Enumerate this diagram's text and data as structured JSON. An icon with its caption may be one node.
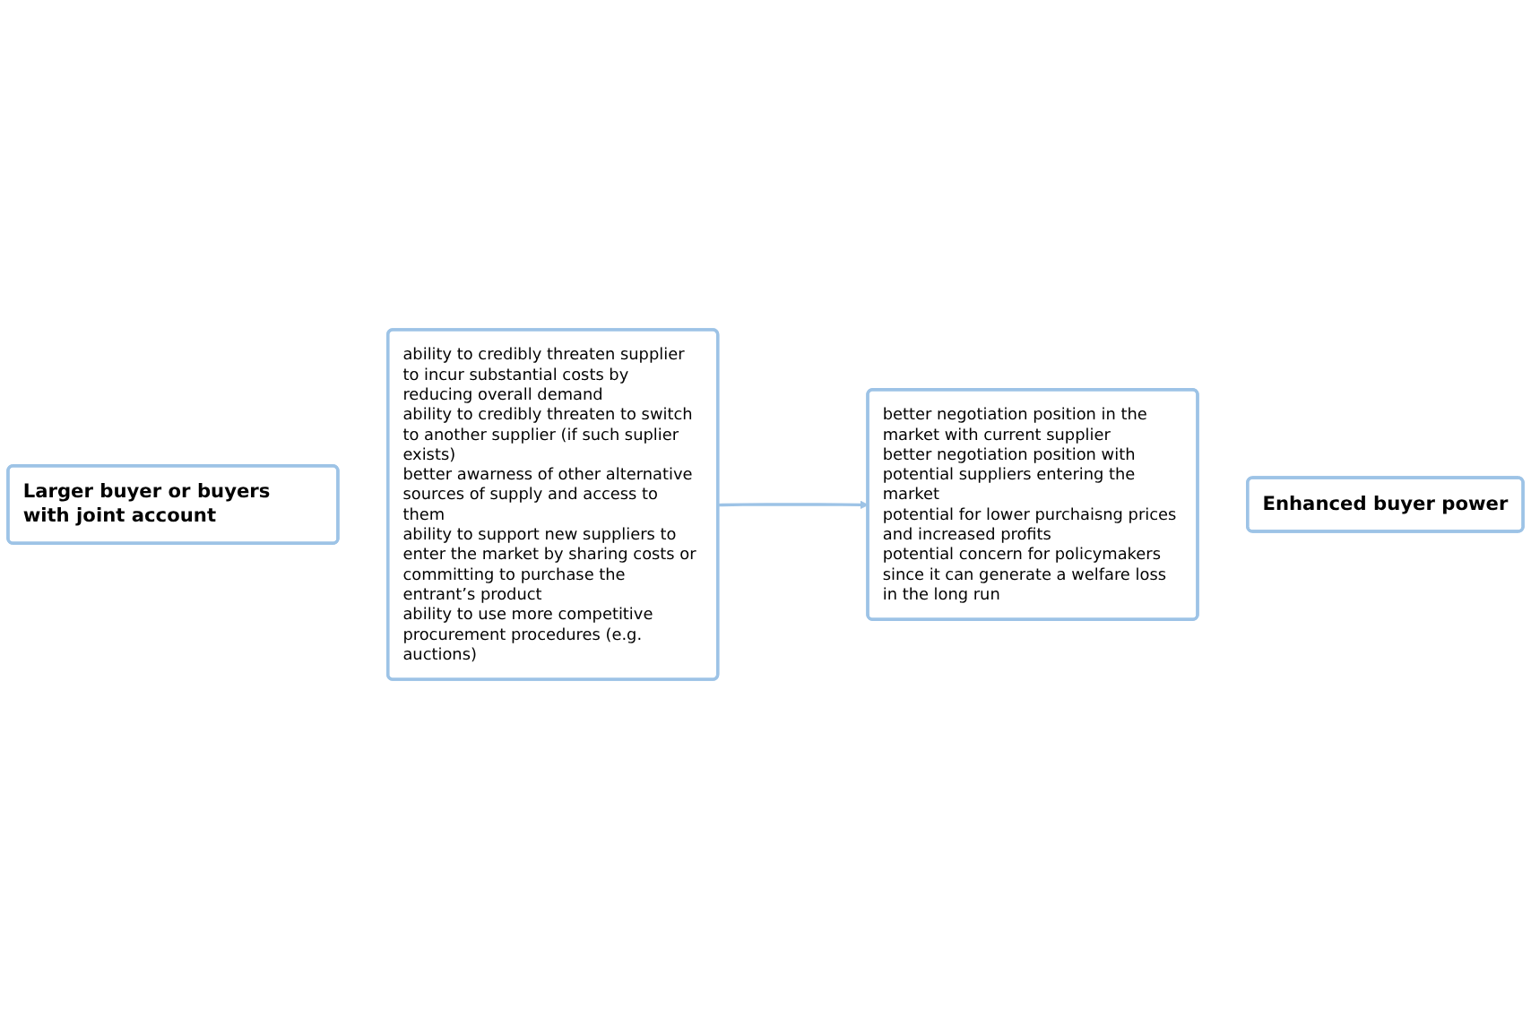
{
  "diagram": {
    "nodes": [
      {
        "text": [
          "Larger buyer or buyers with joint account"
        ]
      },
      {
        "text": [
          "ability to credibly threaten supplier to incur substantial costs by reducing overall demand",
          "ability to credibly threaten to switch to another supplier (if such suplier exists)",
          "better awarness of other alternative sources of supply and access to them",
          "ability to support new suppliers to enter the market by sharing costs or committing to purchase the entrant’s product",
          "ability to use more competitive procurement procedures (e.g. auctions)"
        ]
      },
      {
        "text": [
          "Enhanced buyer power"
        ]
      },
      {
        "text": [
          "better negotiation position in the market with current supplier",
          "better negotiation position with potential suppliers entering the market",
          "potential for lower purchaisng prices and increased profits",
          "potential concern for policymakers since it can generate a welfare loss in the long run"
        ]
      }
    ],
    "edges": [
      {
        "from": 1,
        "to": 3,
        "arrow": "to"
      }
    ]
  }
}
